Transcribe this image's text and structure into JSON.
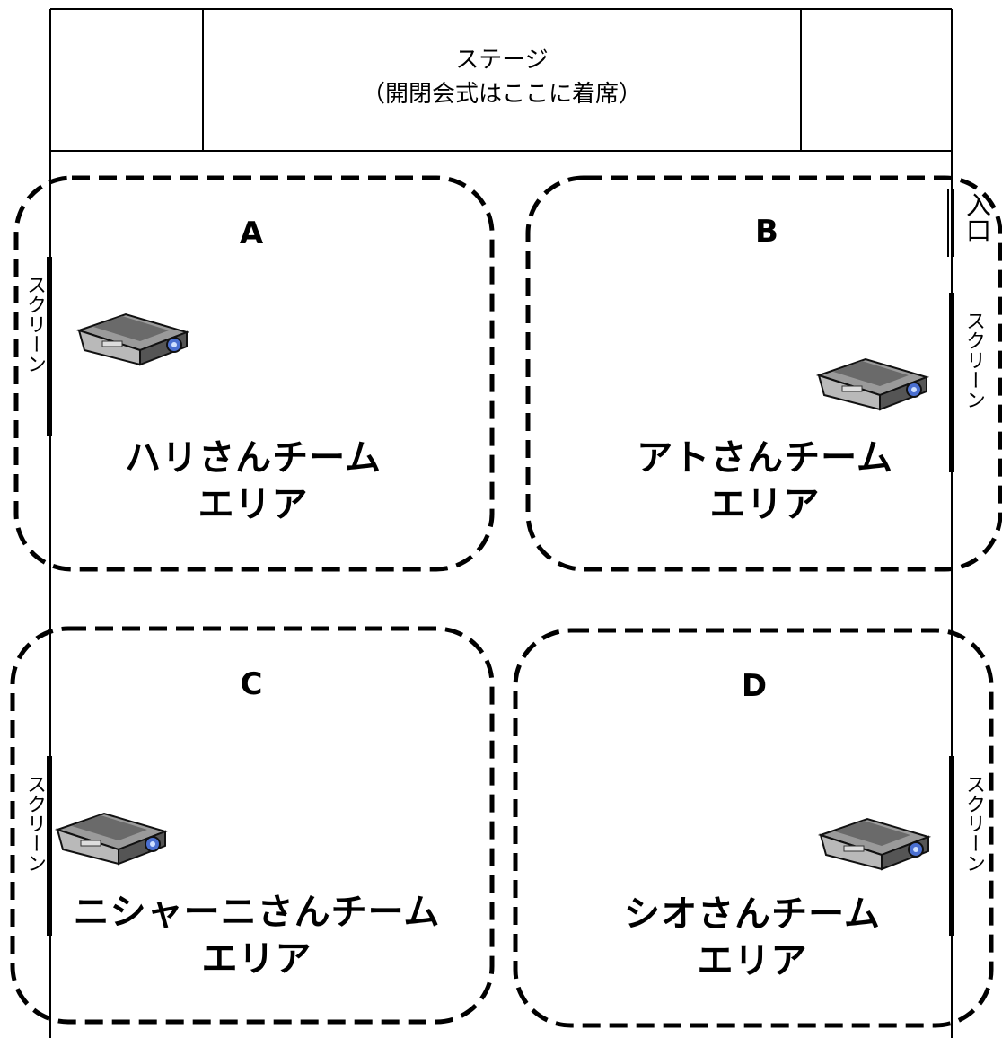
{
  "stage": {
    "title": "ステージ",
    "note": "（開閉会式はここに着席）"
  },
  "entrance_label": "入口",
  "screen_label": "スクリーン",
  "areas": [
    {
      "letter": "A",
      "team": "ハリさんチーム",
      "suffix": "エリア"
    },
    {
      "letter": "B",
      "team": "アトさんチーム",
      "suffix": "エリア"
    },
    {
      "letter": "C",
      "team": "ニシャーニさんチーム",
      "suffix": "エリア"
    },
    {
      "letter": "D",
      "team": "シオさんチーム",
      "suffix": "エリア"
    }
  ]
}
